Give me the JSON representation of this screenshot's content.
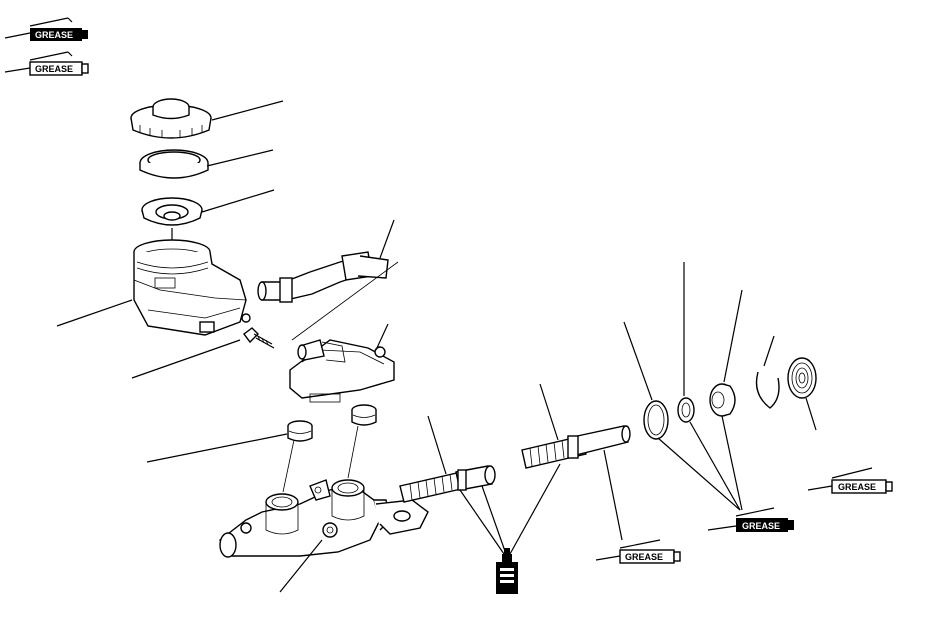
{
  "legend": {
    "grease_a": "GREASE",
    "grease_b": "GREASE"
  },
  "callouts": {
    "grease_plunger": "GREASE",
    "grease_rings": "GREASE",
    "grease_boot": "GREASE"
  },
  "icons": {
    "grease_gun_dark": "grease-gun-dark-icon",
    "grease_gun_outline": "grease-gun-outline-icon",
    "spray_can": "spray-can-icon"
  },
  "colors": {
    "ink": "#000000",
    "paper": "#ffffff"
  }
}
